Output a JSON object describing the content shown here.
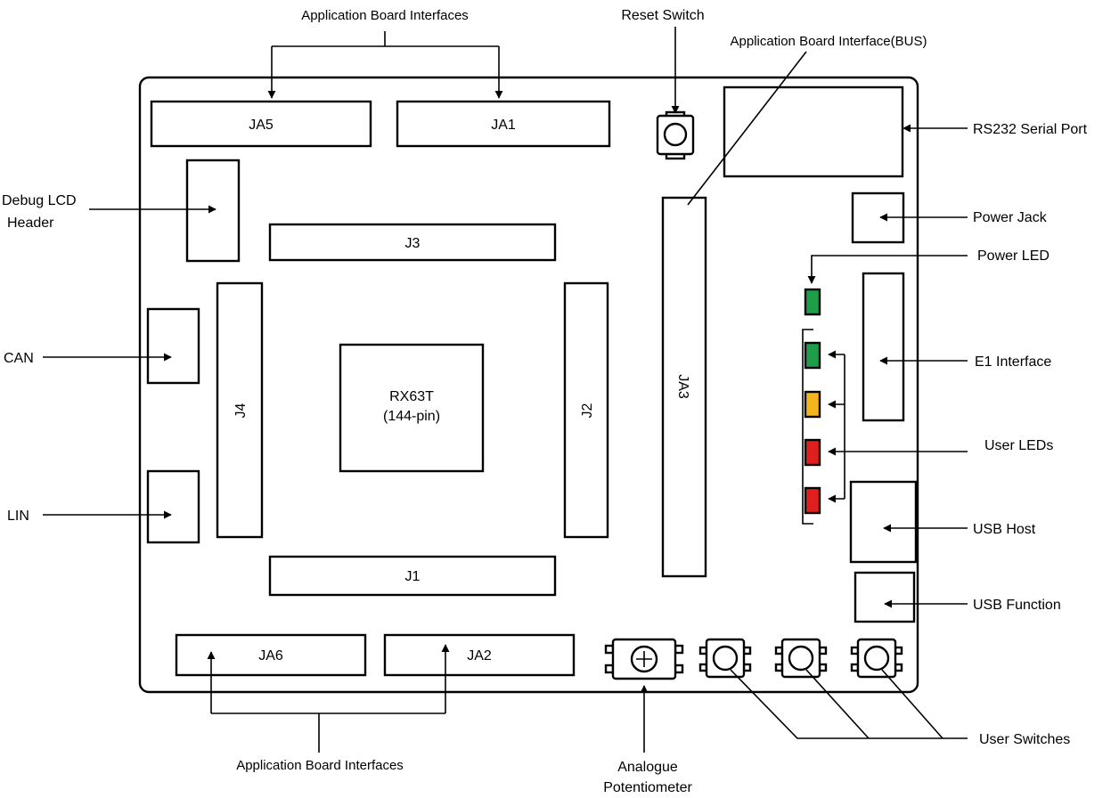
{
  "board": {
    "mcu_line1": "RX63T",
    "mcu_line2": "(144-pin)"
  },
  "headers": {
    "ja5": "JA5",
    "ja1": "JA1",
    "j3": "J3",
    "j4": "J4",
    "j2": "J2",
    "j1": "J1",
    "ja3": "JA3",
    "ja6": "JA6",
    "ja2": "JA2"
  },
  "callouts": {
    "app_board_top": "Application Board Interfaces",
    "reset_switch": "Reset Switch",
    "app_board_bus": "Application Board Interface(BUS)",
    "rs232": "RS232 Serial Port",
    "debug_lcd_1": "Debug LCD",
    "debug_lcd_2": "Header",
    "power_jack": "Power Jack",
    "power_led": "Power LED",
    "can": "CAN",
    "e1_interface": "E1 Interface",
    "user_leds": "User LEDs",
    "lin": "LIN",
    "usb_host": "USB Host",
    "usb_function": "USB Function",
    "user_switches": "User Switches",
    "app_board_bottom": "Application Board Interfaces",
    "analogue_1": "Analogue",
    "analogue_2": "Potentiometer"
  },
  "colors": {
    "led_green": "#1e9e4a",
    "led_yellow": "#f2b51d",
    "led_red": "#e0201f"
  }
}
